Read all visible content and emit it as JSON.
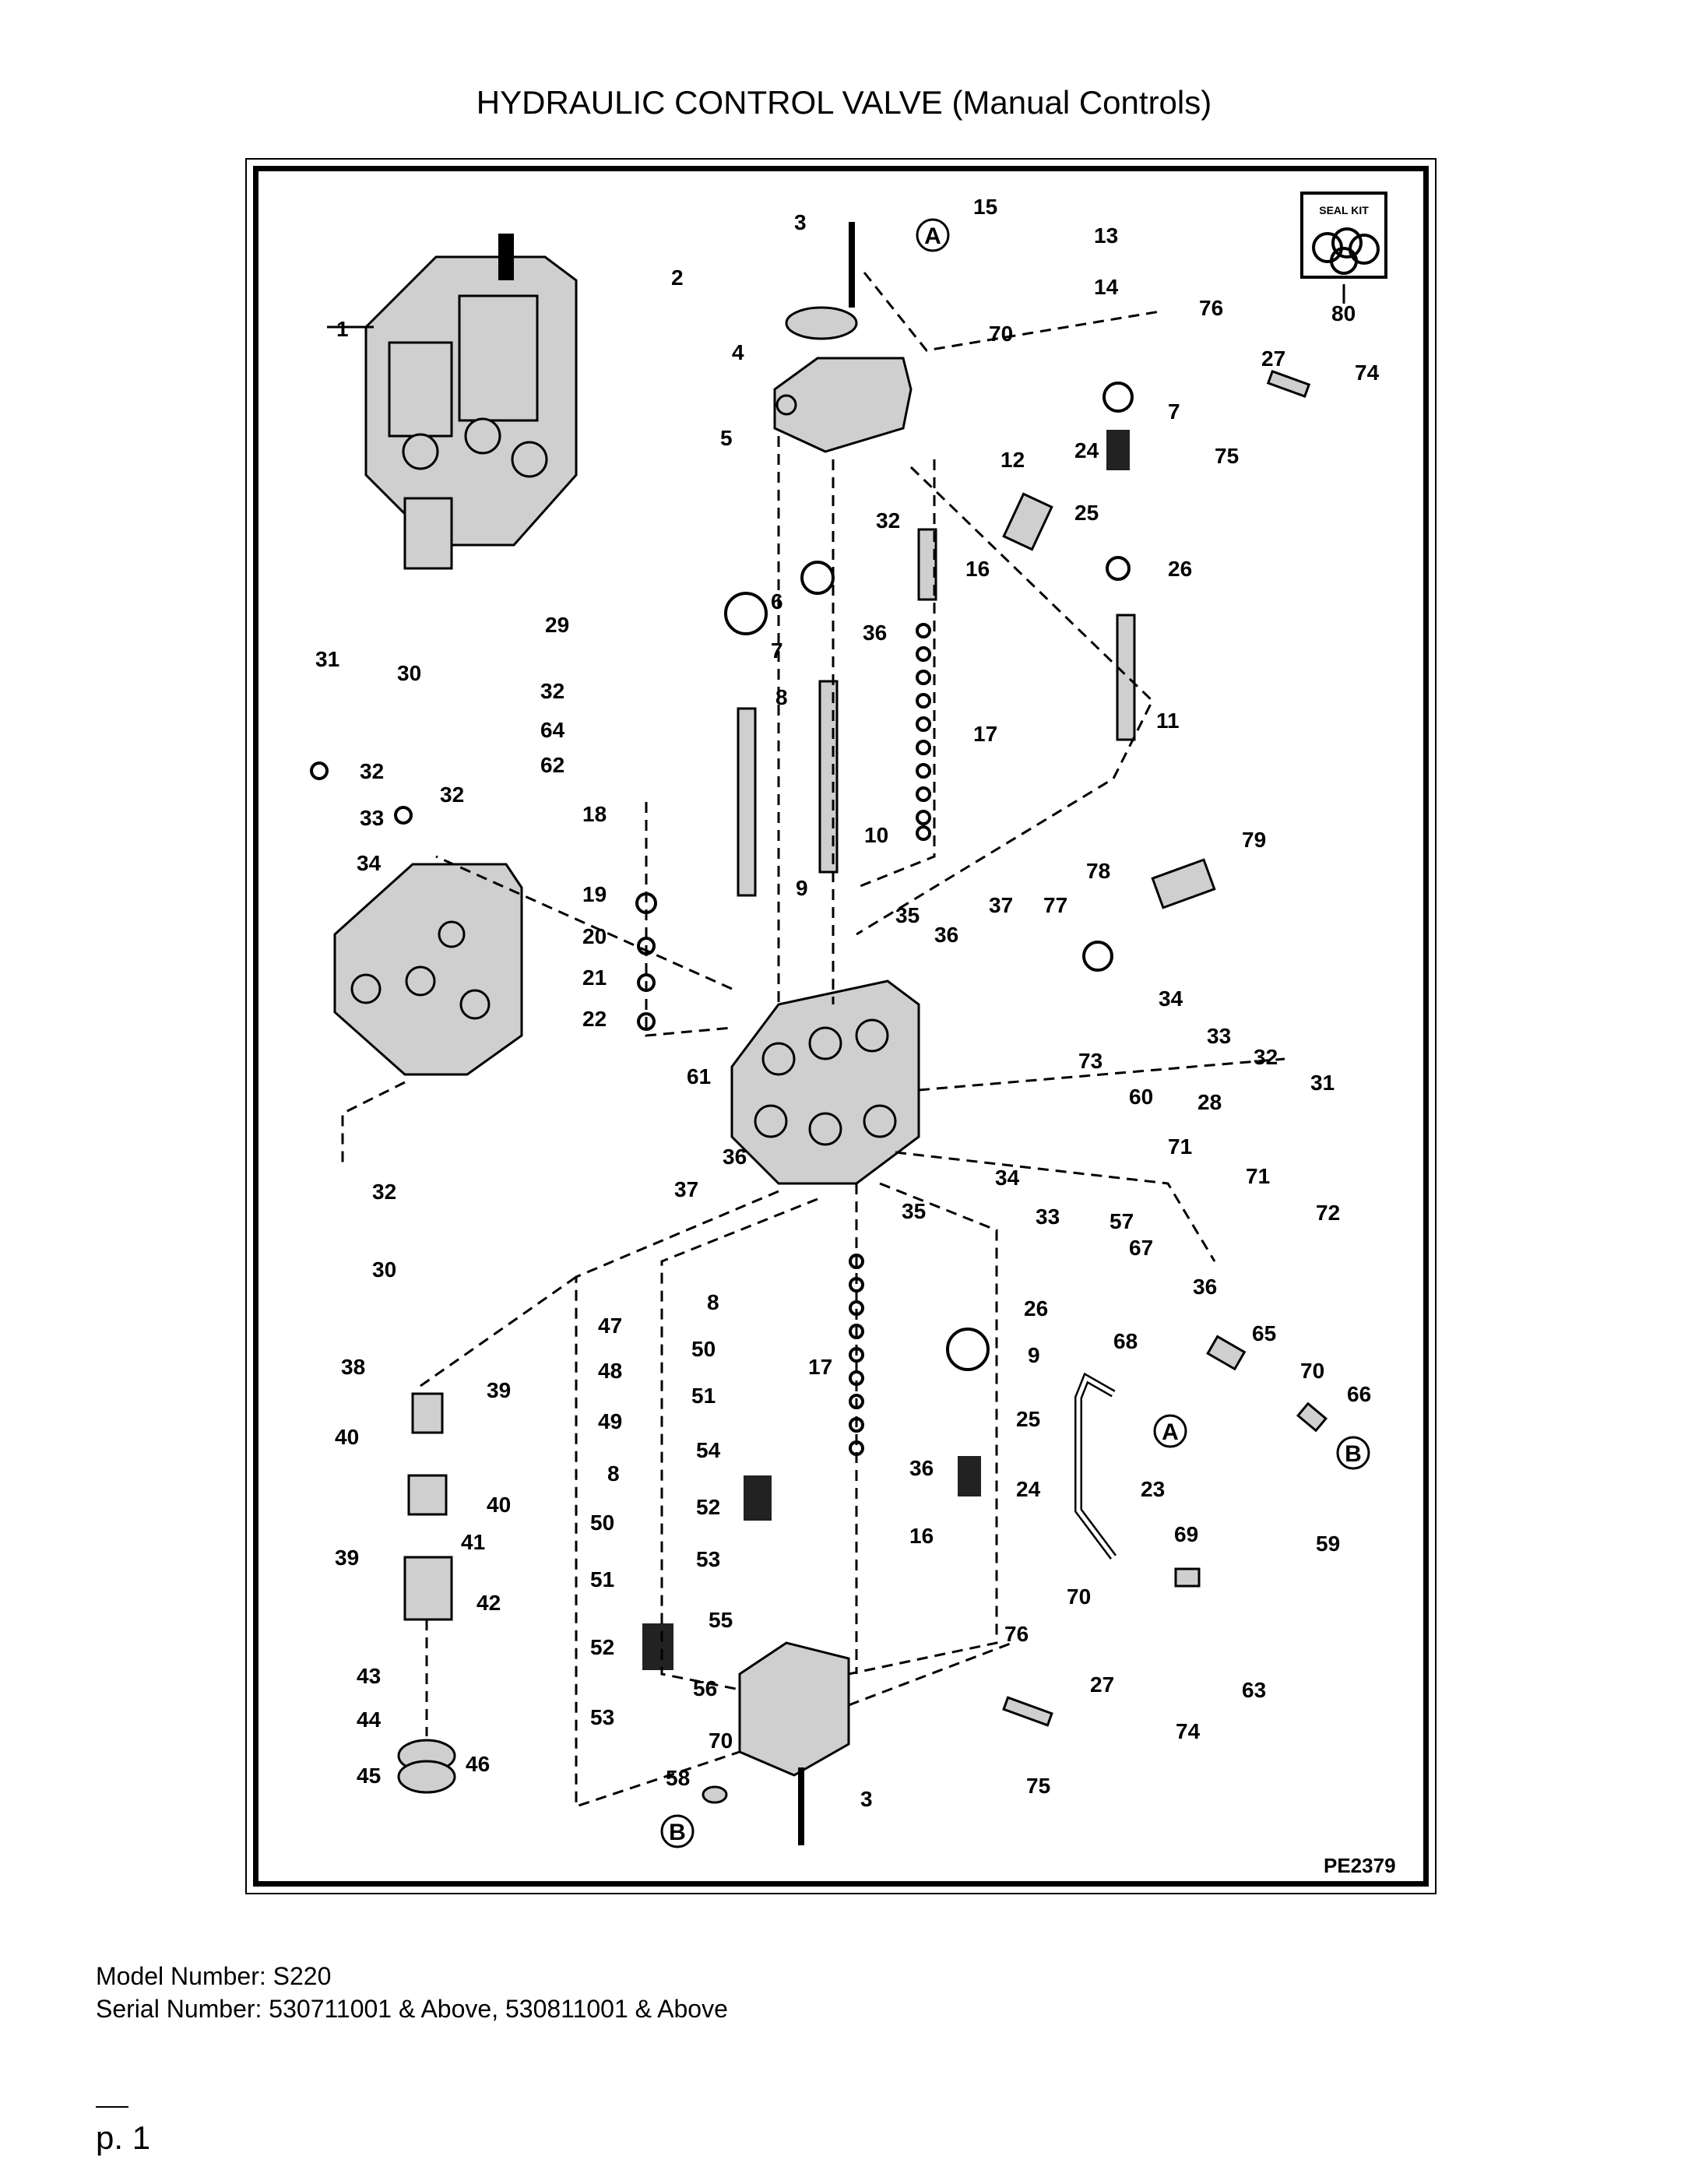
{
  "page_title": "HYDRAULIC CONTROL VALVE (Manual Controls)",
  "figure_code": "PE2379",
  "seal_kit_label": "SEAL KIT",
  "callouts": [
    {
      "id": "c1",
      "text": "1"
    },
    {
      "id": "c2",
      "text": "2"
    },
    {
      "id": "c3a",
      "text": "3"
    },
    {
      "id": "c4",
      "text": "4"
    },
    {
      "id": "c5",
      "text": "5"
    },
    {
      "id": "c6",
      "text": "6"
    },
    {
      "id": "c7a",
      "text": "7"
    },
    {
      "id": "c7b",
      "text": "7"
    },
    {
      "id": "c8a",
      "text": "8"
    },
    {
      "id": "c9a",
      "text": "9"
    },
    {
      "id": "c10",
      "text": "10"
    },
    {
      "id": "c11",
      "text": "11"
    },
    {
      "id": "c12",
      "text": "12"
    },
    {
      "id": "c13",
      "text": "13"
    },
    {
      "id": "c14",
      "text": "14"
    },
    {
      "id": "c15",
      "text": "15"
    },
    {
      "id": "c16a",
      "text": "16"
    },
    {
      "id": "c17a",
      "text": "17"
    },
    {
      "id": "c18",
      "text": "18"
    },
    {
      "id": "c19",
      "text": "19"
    },
    {
      "id": "c20",
      "text": "20"
    },
    {
      "id": "c21",
      "text": "21"
    },
    {
      "id": "c22",
      "text": "22"
    },
    {
      "id": "c24a",
      "text": "24"
    },
    {
      "id": "c25a",
      "text": "25"
    },
    {
      "id": "c26a",
      "text": "26"
    },
    {
      "id": "c27a",
      "text": "27"
    },
    {
      "id": "c29",
      "text": "29"
    },
    {
      "id": "c30a",
      "text": "30"
    },
    {
      "id": "c31a",
      "text": "31"
    },
    {
      "id": "c32a",
      "text": "32"
    },
    {
      "id": "c32b",
      "text": "32"
    },
    {
      "id": "c32c",
      "text": "32"
    },
    {
      "id": "c32d",
      "text": "32"
    },
    {
      "id": "c33a",
      "text": "33"
    },
    {
      "id": "c34a",
      "text": "34"
    },
    {
      "id": "c36a",
      "text": "36"
    },
    {
      "id": "c62",
      "text": "62"
    },
    {
      "id": "c64",
      "text": "64"
    },
    {
      "id": "c70a",
      "text": "70"
    },
    {
      "id": "c74a",
      "text": "74"
    },
    {
      "id": "c75a",
      "text": "75"
    },
    {
      "id": "c76a",
      "text": "76"
    },
    {
      "id": "c79",
      "text": "79"
    },
    {
      "id": "c80",
      "text": "80"
    },
    {
      "id": "c35a",
      "text": "35"
    },
    {
      "id": "c36b",
      "text": "36"
    },
    {
      "id": "c37a",
      "text": "37"
    },
    {
      "id": "c77",
      "text": "77"
    },
    {
      "id": "c78",
      "text": "78"
    },
    {
      "id": "c61",
      "text": "61"
    },
    {
      "id": "c36c",
      "text": "36"
    },
    {
      "id": "c37b",
      "text": "37"
    },
    {
      "id": "c35b",
      "text": "35"
    },
    {
      "id": "c34b",
      "text": "34"
    },
    {
      "id": "c33b",
      "text": "33"
    },
    {
      "id": "c32e",
      "text": "32"
    },
    {
      "id": "c31b",
      "text": "31"
    },
    {
      "id": "c73",
      "text": "73"
    },
    {
      "id": "c60",
      "text": "60"
    },
    {
      "id": "c28",
      "text": "28"
    },
    {
      "id": "c71a",
      "text": "71"
    },
    {
      "id": "c71b",
      "text": "71"
    },
    {
      "id": "c72",
      "text": "72"
    },
    {
      "id": "c57",
      "text": "57"
    },
    {
      "id": "c34c",
      "text": "34"
    },
    {
      "id": "c33c",
      "text": "33"
    },
    {
      "id": "c67",
      "text": "67"
    },
    {
      "id": "c36d",
      "text": "36"
    },
    {
      "id": "c68",
      "text": "68"
    },
    {
      "id": "c65",
      "text": "65"
    },
    {
      "id": "c70b",
      "text": "70"
    },
    {
      "id": "c66",
      "text": "66"
    },
    {
      "id": "c32f",
      "text": "32"
    },
    {
      "id": "c30b",
      "text": "30"
    },
    {
      "id": "c47",
      "text": "47"
    },
    {
      "id": "c48",
      "text": "48"
    },
    {
      "id": "c49",
      "text": "49"
    },
    {
      "id": "c8b",
      "text": "8"
    },
    {
      "id": "c50a",
      "text": "50"
    },
    {
      "id": "c51a",
      "text": "51"
    },
    {
      "id": "c8c",
      "text": "8"
    },
    {
      "id": "c50b",
      "text": "50"
    },
    {
      "id": "c51b",
      "text": "51"
    },
    {
      "id": "c54",
      "text": "54"
    },
    {
      "id": "c52a",
      "text": "52"
    },
    {
      "id": "c53a",
      "text": "53"
    },
    {
      "id": "c52b",
      "text": "52"
    },
    {
      "id": "c53b",
      "text": "53"
    },
    {
      "id": "c55",
      "text": "55"
    },
    {
      "id": "c56",
      "text": "56"
    },
    {
      "id": "c70c",
      "text": "70"
    },
    {
      "id": "c58",
      "text": "58"
    },
    {
      "id": "c3b",
      "text": "3"
    },
    {
      "id": "c17b",
      "text": "17"
    },
    {
      "id": "c36e",
      "text": "36"
    },
    {
      "id": "c16b",
      "text": "16"
    },
    {
      "id": "c26b",
      "text": "26"
    },
    {
      "id": "c9b",
      "text": "9"
    },
    {
      "id": "c25b",
      "text": "25"
    },
    {
      "id": "c24b",
      "text": "24"
    },
    {
      "id": "c23",
      "text": "23"
    },
    {
      "id": "c69",
      "text": "69"
    },
    {
      "id": "c70d",
      "text": "70"
    },
    {
      "id": "c63",
      "text": "63"
    },
    {
      "id": "c59",
      "text": "59"
    },
    {
      "id": "c76b",
      "text": "76"
    },
    {
      "id": "c27b",
      "text": "27"
    },
    {
      "id": "c74b",
      "text": "74"
    },
    {
      "id": "c75b",
      "text": "75"
    },
    {
      "id": "c38",
      "text": "38"
    },
    {
      "id": "c39a",
      "text": "39"
    },
    {
      "id": "c40a",
      "text": "40"
    },
    {
      "id": "c40b",
      "text": "40"
    },
    {
      "id": "c39b",
      "text": "39"
    },
    {
      "id": "c41",
      "text": "41"
    },
    {
      "id": "c42",
      "text": "42"
    },
    {
      "id": "c43",
      "text": "43"
    },
    {
      "id": "c44",
      "text": "44"
    },
    {
      "id": "c45",
      "text": "45"
    },
    {
      "id": "c46",
      "text": "46"
    }
  ],
  "connector_refs": [
    {
      "id": "refA1",
      "text": "A"
    },
    {
      "id": "refA2",
      "text": "A"
    },
    {
      "id": "refB1",
      "text": "B"
    },
    {
      "id": "refB2",
      "text": "B"
    }
  ],
  "model_line": "Model Number: S220",
  "serial_line": "Serial Number: 530711001 & Above, 530811001 & Above",
  "page_number": "p. 1"
}
